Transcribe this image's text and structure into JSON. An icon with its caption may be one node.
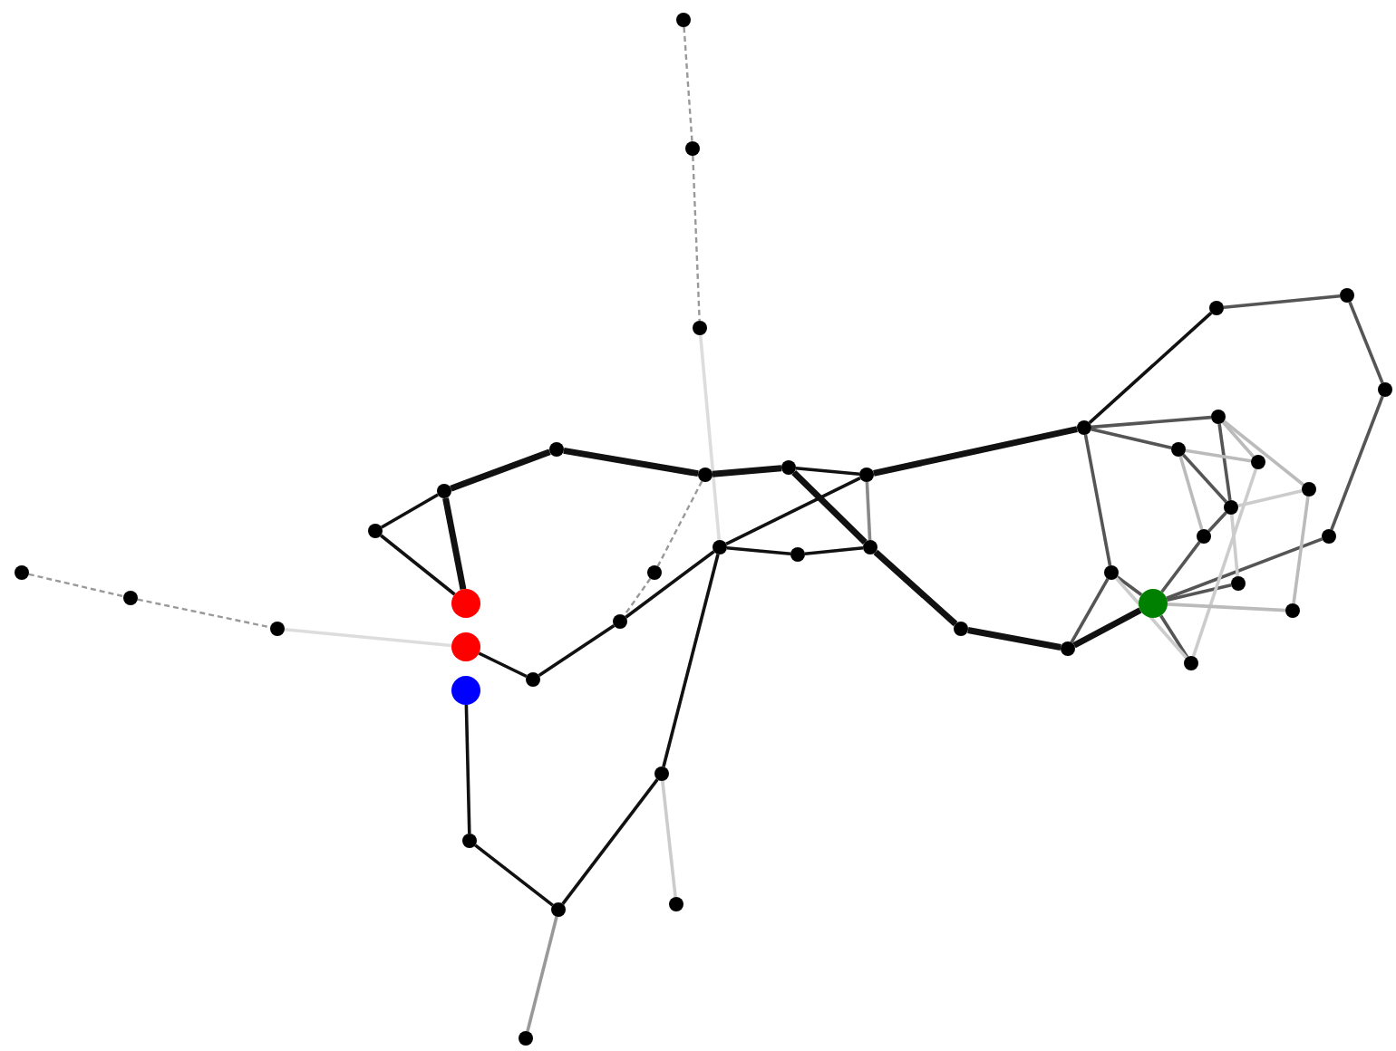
{
  "diagram": {
    "nodes": [
      {
        "text": [],
        "shape": "circle"
      },
      {
        "text": [],
        "shape": "circle"
      },
      {
        "text": [],
        "shape": "circle"
      },
      {
        "text": [],
        "shape": "circle"
      },
      {
        "text": [],
        "shape": "circle"
      },
      {
        "text": [],
        "shape": "circle"
      },
      {
        "text": [],
        "shape": "circle"
      },
      {
        "text": [],
        "shape": "circle"
      },
      {
        "text": [],
        "shape": "circle"
      },
      {
        "text": [],
        "shape": "circle"
      },
      {
        "text": [],
        "shape": "circle"
      },
      {
        "text": [],
        "shape": "circle"
      },
      {
        "text": [],
        "shape": "circle"
      },
      {
        "text": [],
        "shape": "circle"
      },
      {
        "text": [],
        "shape": "circle"
      },
      {
        "text": [],
        "shape": "circle"
      },
      {
        "text": [],
        "shape": "circle"
      },
      {
        "text": [],
        "shape": "circle"
      },
      {
        "text": [],
        "shape": "circle"
      },
      {
        "text": [],
        "shape": "circle"
      },
      {
        "text": [],
        "shape": "circle"
      },
      {
        "text": [],
        "shape": "circle"
      },
      {
        "text": [],
        "shape": "circle"
      },
      {
        "text": [],
        "shape": "circle"
      },
      {
        "text": [],
        "shape": "circle"
      },
      {
        "text": [],
        "shape": "circle"
      },
      {
        "text": [],
        "shape": "circle"
      },
      {
        "text": [],
        "shape": "circle"
      },
      {
        "text": [],
        "shape": "circle"
      },
      {
        "text": [],
        "shape": "circle"
      },
      {
        "text": [],
        "shape": "circle"
      },
      {
        "text": [],
        "shape": "circle"
      },
      {
        "text": [],
        "shape": "circle"
      },
      {
        "text": [],
        "shape": "circle"
      },
      {
        "text": [],
        "shape": "circle"
      },
      {
        "text": [],
        "shape": "circle"
      },
      {
        "text": [],
        "shape": "circle"
      },
      {
        "text": [],
        "shape": "circle"
      },
      {
        "text": [],
        "shape": "circle"
      },
      {
        "text": [],
        "shape": "circle"
      },
      {
        "text": [],
        "shape": "circle"
      },
      {
        "text": [],
        "shape": "circle"
      },
      {
        "text": [],
        "shape": "circle"
      },
      {
        "text": [],
        "shape": "circle"
      }
    ],
    "edges": [
      {
        "from": 0,
        "to": 1,
        "arrow": "none",
        "style": "dashed",
        "color": "#999999"
      },
      {
        "from": 1,
        "to": 2,
        "arrow": "none",
        "style": "dashed",
        "color": "#999999"
      },
      {
        "from": 2,
        "to": 12,
        "arrow": "none",
        "color": "#dddddd"
      },
      {
        "from": 3,
        "to": 4,
        "arrow": "none",
        "style": "dashed",
        "color": "#999999"
      },
      {
        "from": 4,
        "to": 5,
        "arrow": "none",
        "style": "dashed",
        "color": "#999999"
      },
      {
        "from": 5,
        "to": 18,
        "arrow": "none",
        "color": "#dddddd"
      },
      {
        "from": 6,
        "to": 7,
        "arrow": "none"
      },
      {
        "from": 6,
        "to": 17,
        "arrow": "none"
      },
      {
        "from": 7,
        "to": 17,
        "arrow": "none",
        "style": "thick"
      },
      {
        "from": 7,
        "to": 8,
        "arrow": "none",
        "style": "thick"
      },
      {
        "from": 8,
        "to": 9,
        "arrow": "none",
        "style": "thick"
      },
      {
        "from": 9,
        "to": 10,
        "arrow": "none",
        "style": "thick"
      },
      {
        "from": 9,
        "to": 15,
        "arrow": "none",
        "style": "dashed",
        "color": "#999999"
      },
      {
        "from": 15,
        "to": 16,
        "arrow": "none",
        "style": "dashed",
        "color": "#999999"
      },
      {
        "from": 10,
        "to": 11,
        "arrow": "none"
      },
      {
        "from": 10,
        "to": 14,
        "arrow": "none",
        "style": "thick"
      },
      {
        "from": 11,
        "to": 28,
        "arrow": "none",
        "style": "thick"
      },
      {
        "from": 11,
        "to": 14,
        "arrow": "none",
        "color": "#888888"
      },
      {
        "from": 11,
        "to": 12,
        "arrow": "none"
      },
      {
        "from": 12,
        "to": 13,
        "arrow": "none"
      },
      {
        "from": 13,
        "to": 14,
        "arrow": "none"
      },
      {
        "from": 12,
        "to": 16,
        "arrow": "none"
      },
      {
        "from": 16,
        "to": 20,
        "arrow": "none"
      },
      {
        "from": 20,
        "to": 18,
        "arrow": "none"
      },
      {
        "from": 12,
        "to": 24,
        "arrow": "none"
      },
      {
        "from": 24,
        "to": 22,
        "arrow": "none"
      },
      {
        "from": 24,
        "to": 25,
        "arrow": "none",
        "color": "#cccccc"
      },
      {
        "from": 22,
        "to": 21,
        "arrow": "none"
      },
      {
        "from": 21,
        "to": 19,
        "arrow": "none"
      },
      {
        "from": 22,
        "to": 23,
        "arrow": "none",
        "color": "#999999"
      },
      {
        "from": 14,
        "to": 26,
        "arrow": "none",
        "style": "thick"
      },
      {
        "from": 26,
        "to": 27,
        "arrow": "none",
        "style": "thick"
      },
      {
        "from": 27,
        "to": 40,
        "arrow": "none",
        "style": "thick"
      },
      {
        "from": 27,
        "to": 39,
        "arrow": "none",
        "color": "#555555"
      },
      {
        "from": 28,
        "to": 39,
        "arrow": "none",
        "color": "#555555"
      },
      {
        "from": 39,
        "to": 40,
        "arrow": "none",
        "color": "#555555"
      },
      {
        "from": 28,
        "to": 29,
        "arrow": "none"
      },
      {
        "from": 29,
        "to": 30,
        "arrow": "none",
        "color": "#555555"
      },
      {
        "from": 30,
        "to": 31,
        "arrow": "none",
        "color": "#555555"
      },
      {
        "from": 31,
        "to": 32,
        "arrow": "none",
        "color": "#555555"
      },
      {
        "from": 32,
        "to": 40,
        "arrow": "none",
        "color": "#555555"
      },
      {
        "from": 28,
        "to": 33,
        "arrow": "none",
        "color": "#555555"
      },
      {
        "from": 28,
        "to": 34,
        "arrow": "none",
        "color": "#555555"
      },
      {
        "from": 34,
        "to": 37,
        "arrow": "none",
        "color": "#555555"
      },
      {
        "from": 33,
        "to": 37,
        "arrow": "none",
        "color": "#555555"
      },
      {
        "from": 37,
        "to": 38,
        "arrow": "none",
        "color": "#555555"
      },
      {
        "from": 38,
        "to": 40,
        "arrow": "none",
        "color": "#555555"
      },
      {
        "from": 40,
        "to": 41,
        "arrow": "none",
        "color": "#555555"
      },
      {
        "from": 40,
        "to": 43,
        "arrow": "none",
        "color": "#555555"
      },
      {
        "from": 39,
        "to": 43,
        "arrow": "none",
        "color": "#cccccc"
      },
      {
        "from": 33,
        "to": 35,
        "arrow": "none",
        "color": "#bbbbbb"
      },
      {
        "from": 33,
        "to": 36,
        "arrow": "none",
        "color": "#bbbbbb"
      },
      {
        "from": 34,
        "to": 35,
        "arrow": "none",
        "color": "#bbbbbb"
      },
      {
        "from": 34,
        "to": 38,
        "arrow": "none",
        "color": "#bbbbbb"
      },
      {
        "from": 35,
        "to": 43,
        "arrow": "none",
        "color": "#cccccc"
      },
      {
        "from": 36,
        "to": 37,
        "arrow": "none",
        "color": "#cccccc"
      },
      {
        "from": 36,
        "to": 42,
        "arrow": "none",
        "color": "#bbbbbb"
      },
      {
        "from": 37,
        "to": 41,
        "arrow": "none",
        "color": "#cccccc"
      },
      {
        "from": 40,
        "to": 42,
        "arrow": "none",
        "color": "#bbbbbb"
      }
    ]
  }
}
